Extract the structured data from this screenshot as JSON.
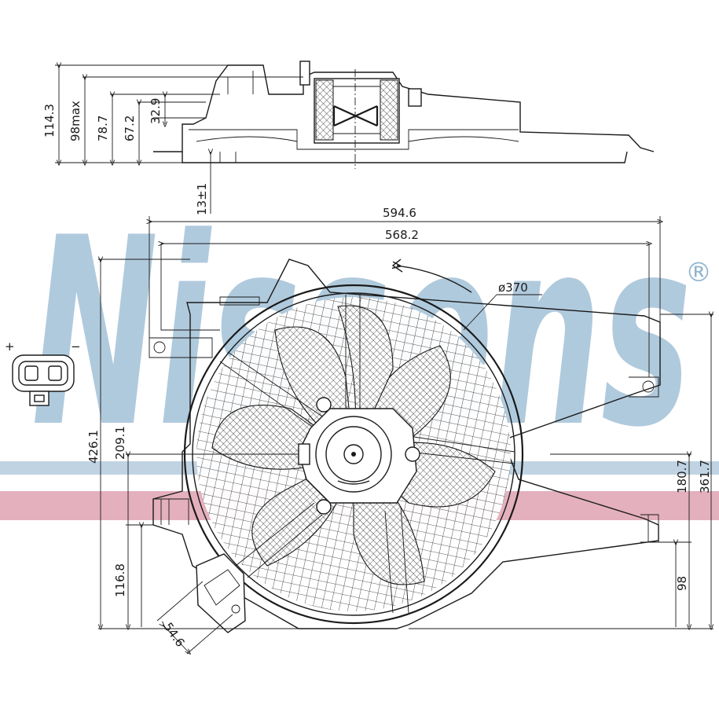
{
  "watermark": {
    "text": "Nissens",
    "registered": "®",
    "color": "#8fb4cf",
    "band_blue": "#a9c4d8",
    "band_red": "#d98ea2"
  },
  "dimensions": {
    "side_total_height": "114.3",
    "side_max": "98max",
    "side_h1": "78.7",
    "side_h2": "67.2",
    "side_h3": "32.9",
    "side_offset": "13±1",
    "overall_width": "594.6",
    "inner_width": "568.2",
    "fan_diameter": "ø370",
    "total_height_left": "426.1",
    "center_height_left": "209.1",
    "lower_mount_left": "116.8",
    "connector_size": "54.6",
    "center_height_right": "180.7",
    "total_height_right": "361.7",
    "lower_mount_right": "98"
  },
  "connector": {
    "plus": "+",
    "minus": "−"
  }
}
